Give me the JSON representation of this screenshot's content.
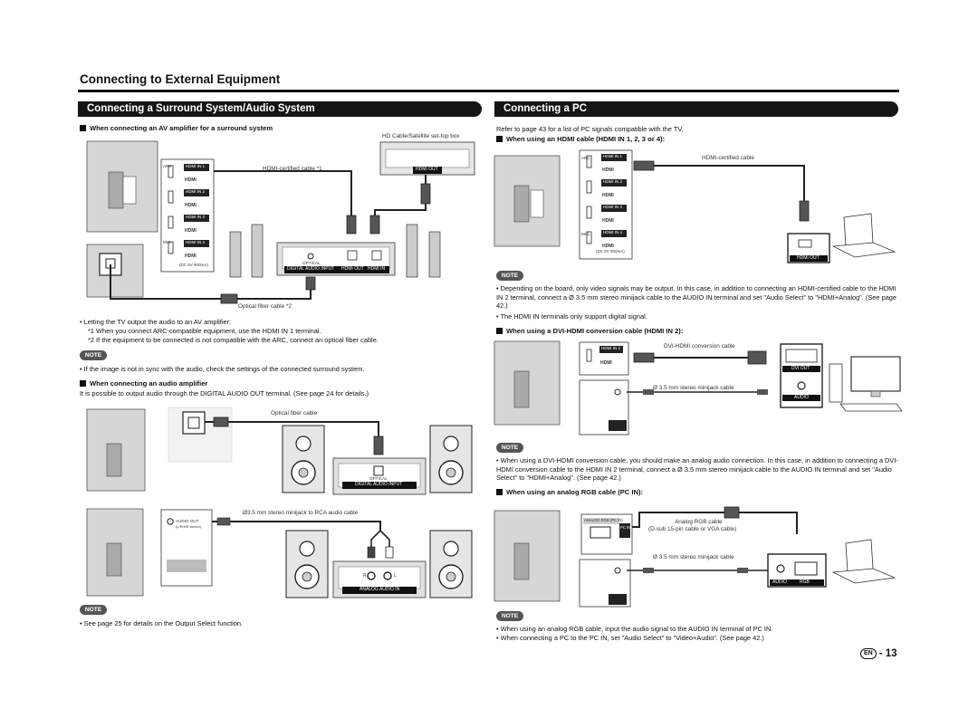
{
  "page": {
    "title": "Connecting to External Equipment",
    "page_label": "EN",
    "page_number": "13"
  },
  "left": {
    "section_title": "Connecting a Surround System/Audio System",
    "sub1": "When connecting an AV amplifier for a surround system",
    "sub1_caption_hd": "HD Cable/Satellite set-top box",
    "sub1_caption_cable": "HDMI-certified cable *1",
    "sub1_caption_optical": "Optical fiber cable *2",
    "port_hdmi_out": "HDMI OUT",
    "port_optical": "OPTICAL",
    "port_digital_audio_input": "DIGITAL AUDIO INPUT",
    "port_hdmi_in": "HDMI IN",
    "tv_arc": "ARC",
    "tv_mhl": "MHL",
    "tv_hdmi1": "HDMI IN 1",
    "tv_hdmi2": "HDMI IN 2",
    "tv_hdmi3": "HDMI IN 3",
    "tv_hdmi4": "HDMI IN 4",
    "tv_dc": "(DC 5V 900mA)",
    "tv_hdmi_logo": "HDMI",
    "bullet1": "Letting the TV output the audio to an AV amplifier:",
    "bullet1_n1": "*1 When you connect ARC-compatible equipment, use the HDMI IN 1 terminal.",
    "bullet1_n2": "*2 If the equipment to be connected is not compatible with the ARC, connect an optical fiber cable.",
    "note_label": "NOTE",
    "note1": "If the image is not in sync with the audio, check the settings of the connected surround system.",
    "sub2": "When connecting an audio amplifier",
    "sub2_text": "It is possible to output audio through the DIGITAL AUDIO OUT terminal. (See page 24 for details.)",
    "sub2_caption_optical": "Optical fiber cable",
    "sub2_port_optical": "OPTICAL",
    "sub2_port_input": "DIGITAL AUDIO INPUT",
    "sub3_caption": "Ø3.5 mm stereo minijack to RCA audio cable",
    "sub3_audio_out": "AUDIO OUT",
    "sub3_audio_out_sub": "(L/R/HR stereo)",
    "sub3_port_r": "R",
    "sub3_port_l": "L",
    "sub3_port_analog": "ANALOG AUDIO IN",
    "note2_label": "NOTE",
    "note2": "See page 25 for details on the Output Select function."
  },
  "right": {
    "section_title": "Connecting a PC",
    "intro": "Refer to page 43 for a list of PC signals compatible with the TV.",
    "sub1": "When using an HDMI cable (HDMI IN 1, 2, 3 or 4):",
    "sub1_caption": "HDMI-certified cable",
    "port_hdmi_out": "HDMI OUT",
    "note_label": "NOTE",
    "note1": "Depending on the board, only video signals may be output. In this case, in addition to connecting an HDMI-certified cable to the HDMI IN 2 terminal, connect a Ø 3.5 mm stereo minijack cable to the AUDIO IN terminal and set \"Audio Select\" to \"HDMI+Analog\". (See page 42.)",
    "note2": "The HDMI IN terminals only support digital signal.",
    "sub2": "When using a DVI-HDMI conversion cable (HDMI IN 2):",
    "sub2_caption1": "DVI-HDMI conversion cable",
    "sub2_caption2": "Ø 3.5 mm stereo minijack cable",
    "port_dvi_out": "DVI OUT",
    "port_audio": "AUDIO",
    "note2_label": "NOTE",
    "note3": "When using a DVI-HDMI conversion cable, you should make an analog audio connection. In this case, in addition to connecting a DVI-HDMI conversion cable to the HDMI IN 2 terminal, connect a Ø 3.5 mm stereo minijack cable to the AUDIO IN terminal and set \"Audio Select\" to \"HDMI+Analog\". (See page 42.)",
    "sub3": "When using an analog RGB cable (PC IN):",
    "sub3_caption1": "Analog RGB cable",
    "sub3_caption1b": "(D-sub 15-pin cable or VGA cable)",
    "sub3_caption2": "Ø 3.5 mm stereo minijack cable",
    "port_pc_in": "PC IN",
    "port_analog_rgb": "ANALOG RGB (PC IN)",
    "port_audio2": "AUDIO",
    "port_rgb": "RGB",
    "note3_label": "NOTE",
    "note4": "When using an analog RGB cable, input the audio signal to the AUDIO IN terminal of PC IN.",
    "note5": "When connecting a PC to the PC IN, set \"Audio Select\" to \"Video+Audio\". (See page 42.)"
  }
}
